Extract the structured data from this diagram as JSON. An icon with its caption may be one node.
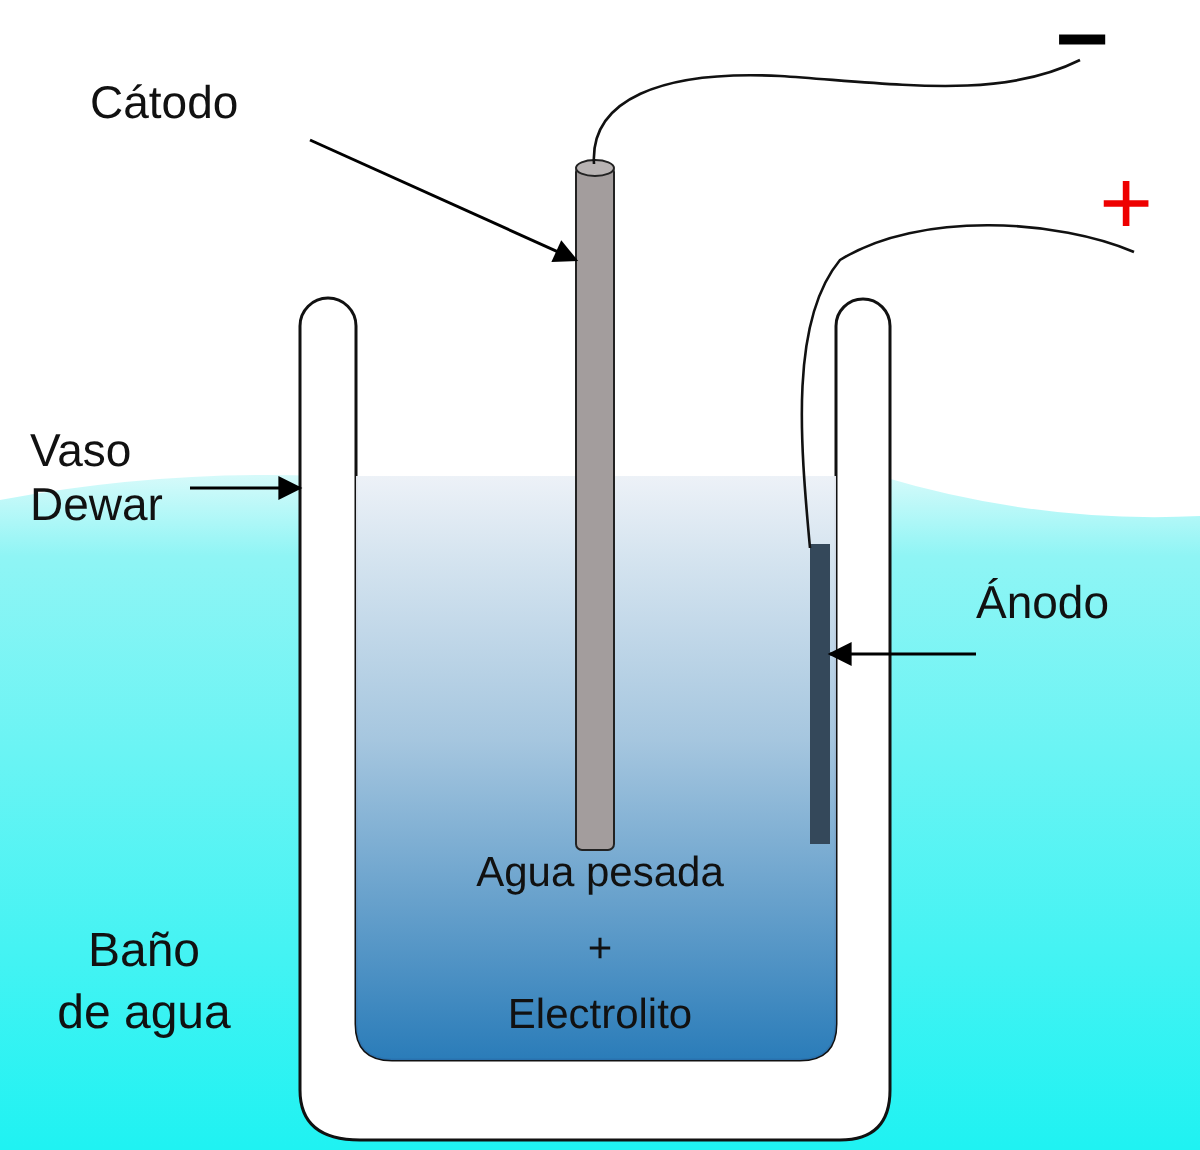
{
  "diagram": {
    "nodes": [
      {
        "text": [
          "Cátodo"
        ]
      },
      {
        "text": [],
        "shape": "bar"
      },
      {
        "text": [
          "Vaso Dewar"
        ]
      },
      {
        "text": [],
        "shape": "vessel"
      },
      {
        "text": [
          "Ánodo"
        ]
      },
      {
        "text": [],
        "shape": "bar"
      }
    ],
    "edges": [
      {
        "from": 0,
        "to": 1,
        "arrow": "to"
      },
      {
        "from": 2,
        "to": 3,
        "arrow": "to"
      },
      {
        "from": 4,
        "to": 5,
        "arrow": "to"
      }
    ],
    "labels": [
      "−",
      "+",
      "Agua pesada",
      "+",
      "Electrolito",
      "Baño de agua"
    ]
  }
}
